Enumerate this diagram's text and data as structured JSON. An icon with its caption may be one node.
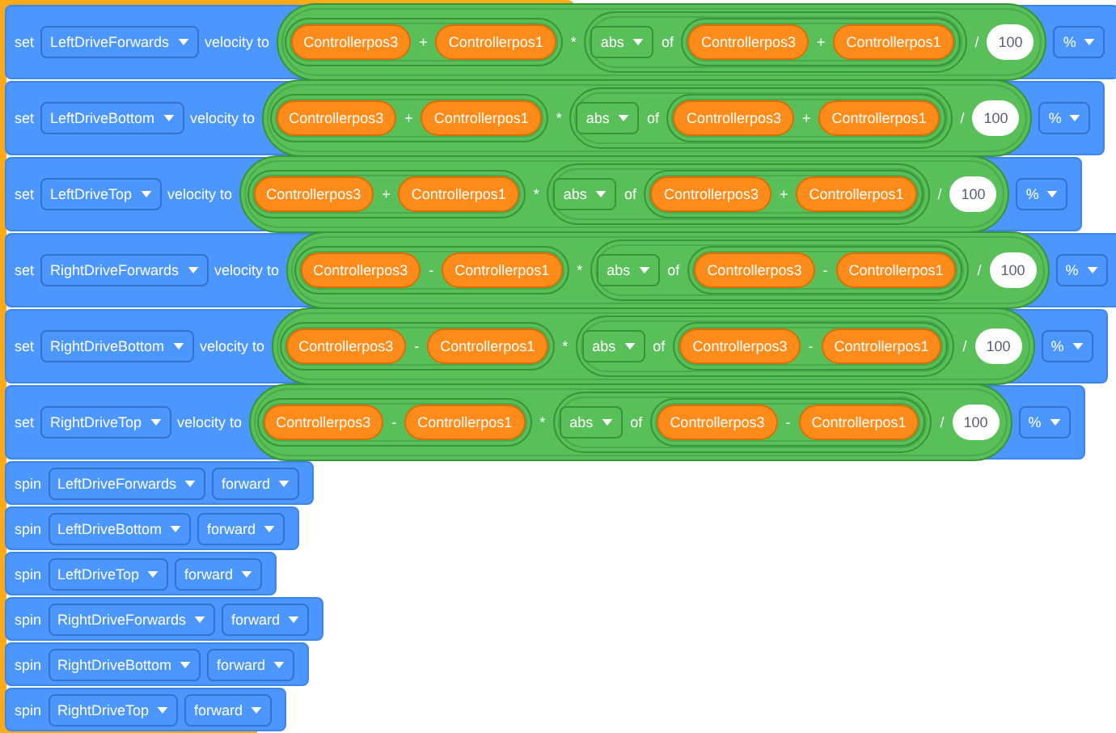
{
  "diagram": {
    "nodes": [
      {
        "text": [
          "set",
          "velocity to"
        ]
      },
      {
        "text": [
          "LeftDriveForwards"
        ],
        "in": 0
      },
      {
        "text": [
          "*",
          "/"
        ],
        "in": 0
      },
      {
        "text": [
          "+"
        ],
        "in": 2
      },
      {
        "text": [
          "Controllerpos3"
        ],
        "in": 3
      },
      {
        "text": [
          "Controllerpos1"
        ],
        "in": 3
      },
      {
        "text": [
          "of"
        ],
        "in": 2
      },
      {
        "text": [
          "abs"
        ],
        "in": 6
      },
      {
        "text": [
          "+"
        ],
        "in": 6
      },
      {
        "text": [
          "Controllerpos3"
        ],
        "in": 8
      },
      {
        "text": [
          "Controllerpos1"
        ],
        "in": 8
      },
      {
        "text": [
          "100"
        ],
        "in": 2
      },
      {
        "text": [
          "%"
        ],
        "in": 0
      },
      {
        "text": [
          "set",
          "velocity to"
        ]
      },
      {
        "text": [
          "LeftDriveBottom"
        ],
        "in": 13
      },
      {
        "text": [
          "*",
          "/"
        ],
        "in": 13
      },
      {
        "text": [
          "+"
        ],
        "in": 15
      },
      {
        "text": [
          "Controllerpos3"
        ],
        "in": 16
      },
      {
        "text": [
          "Controllerpos1"
        ],
        "in": 16
      },
      {
        "text": [
          "of"
        ],
        "in": 15
      },
      {
        "text": [
          "abs"
        ],
        "in": 19
      },
      {
        "text": [
          "+"
        ],
        "in": 19
      },
      {
        "text": [
          "Controllerpos3"
        ],
        "in": 21
      },
      {
        "text": [
          "Controllerpos1"
        ],
        "in": 21
      },
      {
        "text": [
          "100"
        ],
        "in": 15
      },
      {
        "text": [
          "%"
        ],
        "in": 13
      },
      {
        "text": [
          "set",
          "velocity to"
        ]
      },
      {
        "text": [
          "LeftDriveTop"
        ],
        "in": 26
      },
      {
        "text": [
          "*",
          "/"
        ],
        "in": 26
      },
      {
        "text": [
          "+"
        ],
        "in": 28
      },
      {
        "text": [
          "Controllerpos3"
        ],
        "in": 29
      },
      {
        "text": [
          "Controllerpos1"
        ],
        "in": 29
      },
      {
        "text": [
          "of"
        ],
        "in": 28
      },
      {
        "text": [
          "abs"
        ],
        "in": 32
      },
      {
        "text": [
          "+"
        ],
        "in": 32
      },
      {
        "text": [
          "Controllerpos3"
        ],
        "in": 34
      },
      {
        "text": [
          "Controllerpos1"
        ],
        "in": 34
      },
      {
        "text": [
          "100"
        ],
        "in": 28
      },
      {
        "text": [
          "%"
        ],
        "in": 26
      },
      {
        "text": [
          "set",
          "velocity to"
        ]
      },
      {
        "text": [
          "RightDriveForwards"
        ],
        "in": 39
      },
      {
        "text": [
          "*",
          "/"
        ],
        "in": 39
      },
      {
        "text": [
          "-"
        ],
        "in": 41
      },
      {
        "text": [
          "Controllerpos3"
        ],
        "in": 42
      },
      {
        "text": [
          "Controllerpos1"
        ],
        "in": 42
      },
      {
        "text": [
          "of"
        ],
        "in": 41
      },
      {
        "text": [
          "abs"
        ],
        "in": 45
      },
      {
        "text": [
          "-"
        ],
        "in": 45
      },
      {
        "text": [
          "Controllerpos3"
        ],
        "in": 47
      },
      {
        "text": [
          "Controllerpos1"
        ],
        "in": 47
      },
      {
        "text": [
          "100"
        ],
        "in": 41
      },
      {
        "text": [
          "%"
        ],
        "in": 39
      },
      {
        "text": [
          "set",
          "velocity to"
        ]
      },
      {
        "text": [
          "RightDriveBottom"
        ],
        "in": 52
      },
      {
        "text": [
          "*",
          "/"
        ],
        "in": 52
      },
      {
        "text": [
          "-"
        ],
        "in": 54
      },
      {
        "text": [
          "Controllerpos3"
        ],
        "in": 55
      },
      {
        "text": [
          "Controllerpos1"
        ],
        "in": 55
      },
      {
        "text": [
          "of"
        ],
        "in": 54
      },
      {
        "text": [
          "abs"
        ],
        "in": 58
      },
      {
        "text": [
          "-"
        ],
        "in": 58
      },
      {
        "text": [
          "Controllerpos3"
        ],
        "in": 60
      },
      {
        "text": [
          "Controllerpos1"
        ],
        "in": 60
      },
      {
        "text": [
          "100"
        ],
        "in": 54
      },
      {
        "text": [
          "%"
        ],
        "in": 52
      },
      {
        "text": [
          "set",
          "velocity to"
        ]
      },
      {
        "text": [
          "RightDriveTop"
        ],
        "in": 65
      },
      {
        "text": [
          "*",
          "/"
        ],
        "in": 65
      },
      {
        "text": [
          "-"
        ],
        "in": 67
      },
      {
        "text": [
          "Controllerpos3"
        ],
        "in": 68
      },
      {
        "text": [
          "Controllerpos1"
        ],
        "in": 68
      },
      {
        "text": [
          "of"
        ],
        "in": 67
      },
      {
        "text": [
          "abs"
        ],
        "in": 71
      },
      {
        "text": [
          "-"
        ],
        "in": 71
      },
      {
        "text": [
          "Controllerpos3"
        ],
        "in": 73
      },
      {
        "text": [
          "Controllerpos1"
        ],
        "in": 73
      },
      {
        "text": [
          "100"
        ],
        "in": 67
      },
      {
        "text": [
          "%"
        ],
        "in": 65
      },
      {
        "text": [
          "spin"
        ]
      },
      {
        "text": [
          "LeftDriveForwards"
        ],
        "in": 78
      },
      {
        "text": [
          "forward"
        ],
        "in": 78
      },
      {
        "text": [
          "spin"
        ]
      },
      {
        "text": [
          "LeftDriveBottom"
        ],
        "in": 81
      },
      {
        "text": [
          "forward"
        ],
        "in": 81
      },
      {
        "text": [
          "spin"
        ]
      },
      {
        "text": [
          "LeftDriveTop"
        ],
        "in": 84
      },
      {
        "text": [
          "forward"
        ],
        "in": 84
      },
      {
        "text": [
          "spin"
        ]
      },
      {
        "text": [
          "RightDriveForwards"
        ],
        "in": 87
      },
      {
        "text": [
          "forward"
        ],
        "in": 87
      },
      {
        "text": [
          "spin"
        ]
      },
      {
        "text": [
          "RightDriveBottom"
        ],
        "in": 90
      },
      {
        "text": [
          "forward"
        ],
        "in": 90
      },
      {
        "text": [
          "spin"
        ]
      },
      {
        "text": [
          "RightDriveTop"
        ],
        "in": 93
      },
      {
        "text": [
          "forward"
        ],
        "in": 93
      }
    ]
  }
}
